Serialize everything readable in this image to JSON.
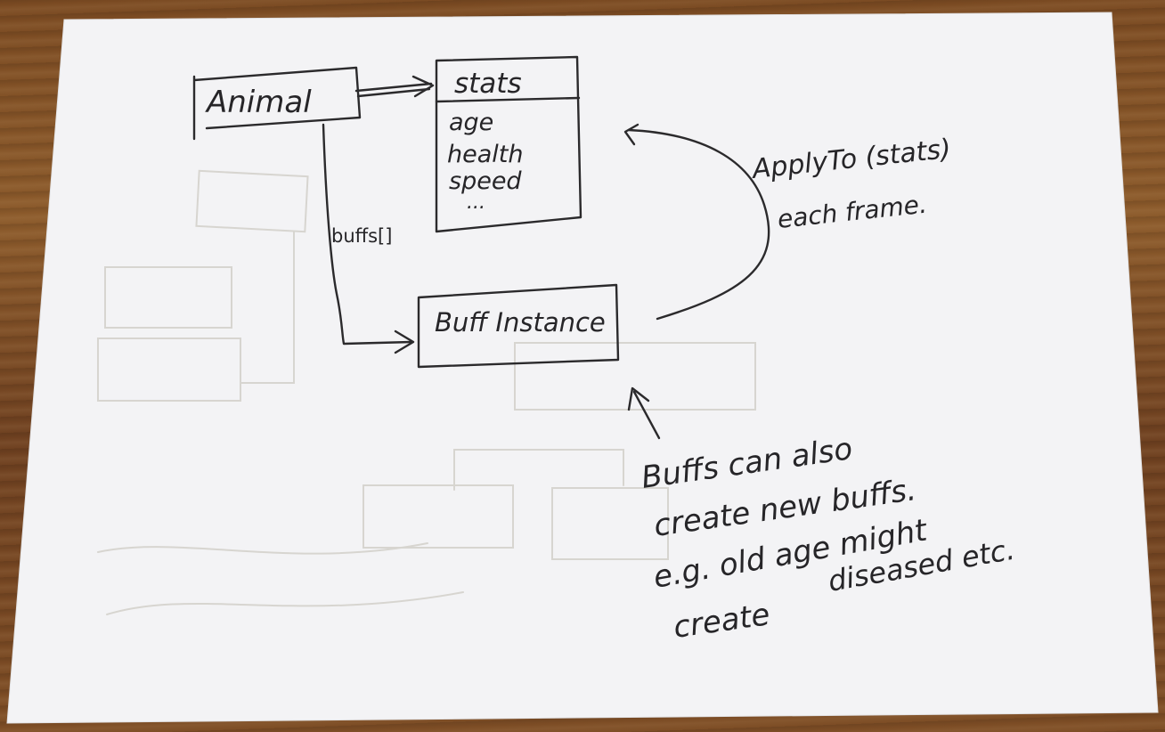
{
  "diagram": {
    "nodes": {
      "animal": "Animal",
      "stats_header": "stats",
      "stats_fields": [
        "age",
        "health",
        "speed",
        "..."
      ],
      "buff_instance": "Buff Instance"
    },
    "edge_labels": {
      "buffs": "buffs[]"
    },
    "annotations": {
      "apply_line1": "ApplyTo (stats)",
      "apply_line2": "each frame.",
      "note_lines": [
        "Buffs  can also",
        "create  new buffs.",
        "e.g.   old age  might",
        "diseased  etc.",
        "create"
      ]
    }
  },
  "colors": {
    "ink": "#2b2a2c",
    "paper": "#f4f4f6",
    "wood": "#7a4a22"
  }
}
